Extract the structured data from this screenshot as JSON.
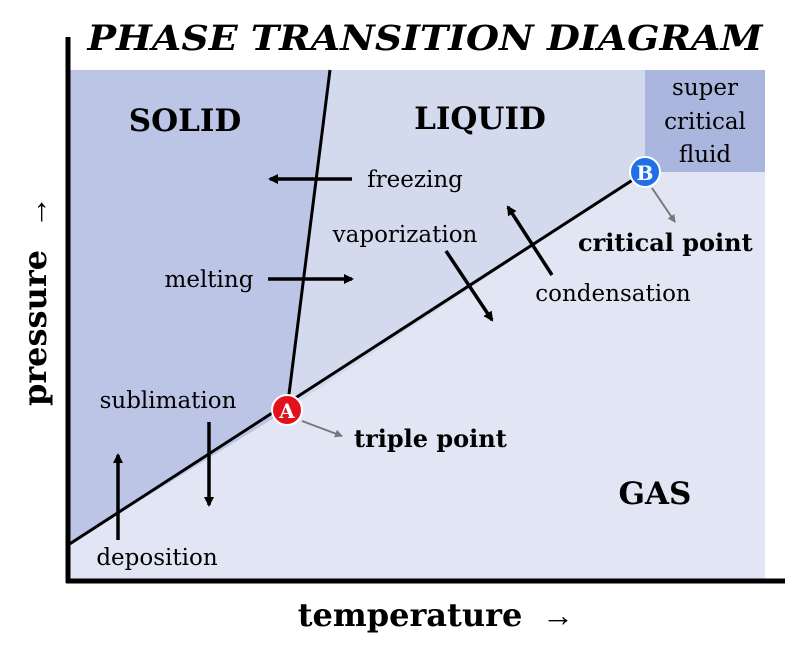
{
  "title": "PHASE TRANSITION DIAGRAM",
  "axes": {
    "y_label": "pressure",
    "x_label": "temperature",
    "arrow_glyph": "→"
  },
  "regions": {
    "solid": "SOLID",
    "liquid": "LIQUID",
    "gas": "GAS",
    "supercritical": [
      "super",
      "critical",
      "fluid"
    ]
  },
  "points": {
    "triple": {
      "marker": "A",
      "label": "triple point"
    },
    "critical": {
      "marker": "B",
      "label": "critical point"
    }
  },
  "transitions": {
    "freezing": "freezing",
    "melting": "melting",
    "vaporization": "vaporization",
    "condensation": "condensation",
    "sublimation": "sublimation",
    "deposition": "deposition"
  },
  "colors": {
    "solid_fill": "#bcc5e6",
    "liquid_fill": "#d4daee",
    "gas_fill": "#e2e6f4",
    "supercritical_fill": "#aab6dd",
    "triple_marker": "#e3111b",
    "critical_marker": "#1f6fe6",
    "lines": "#000000"
  }
}
